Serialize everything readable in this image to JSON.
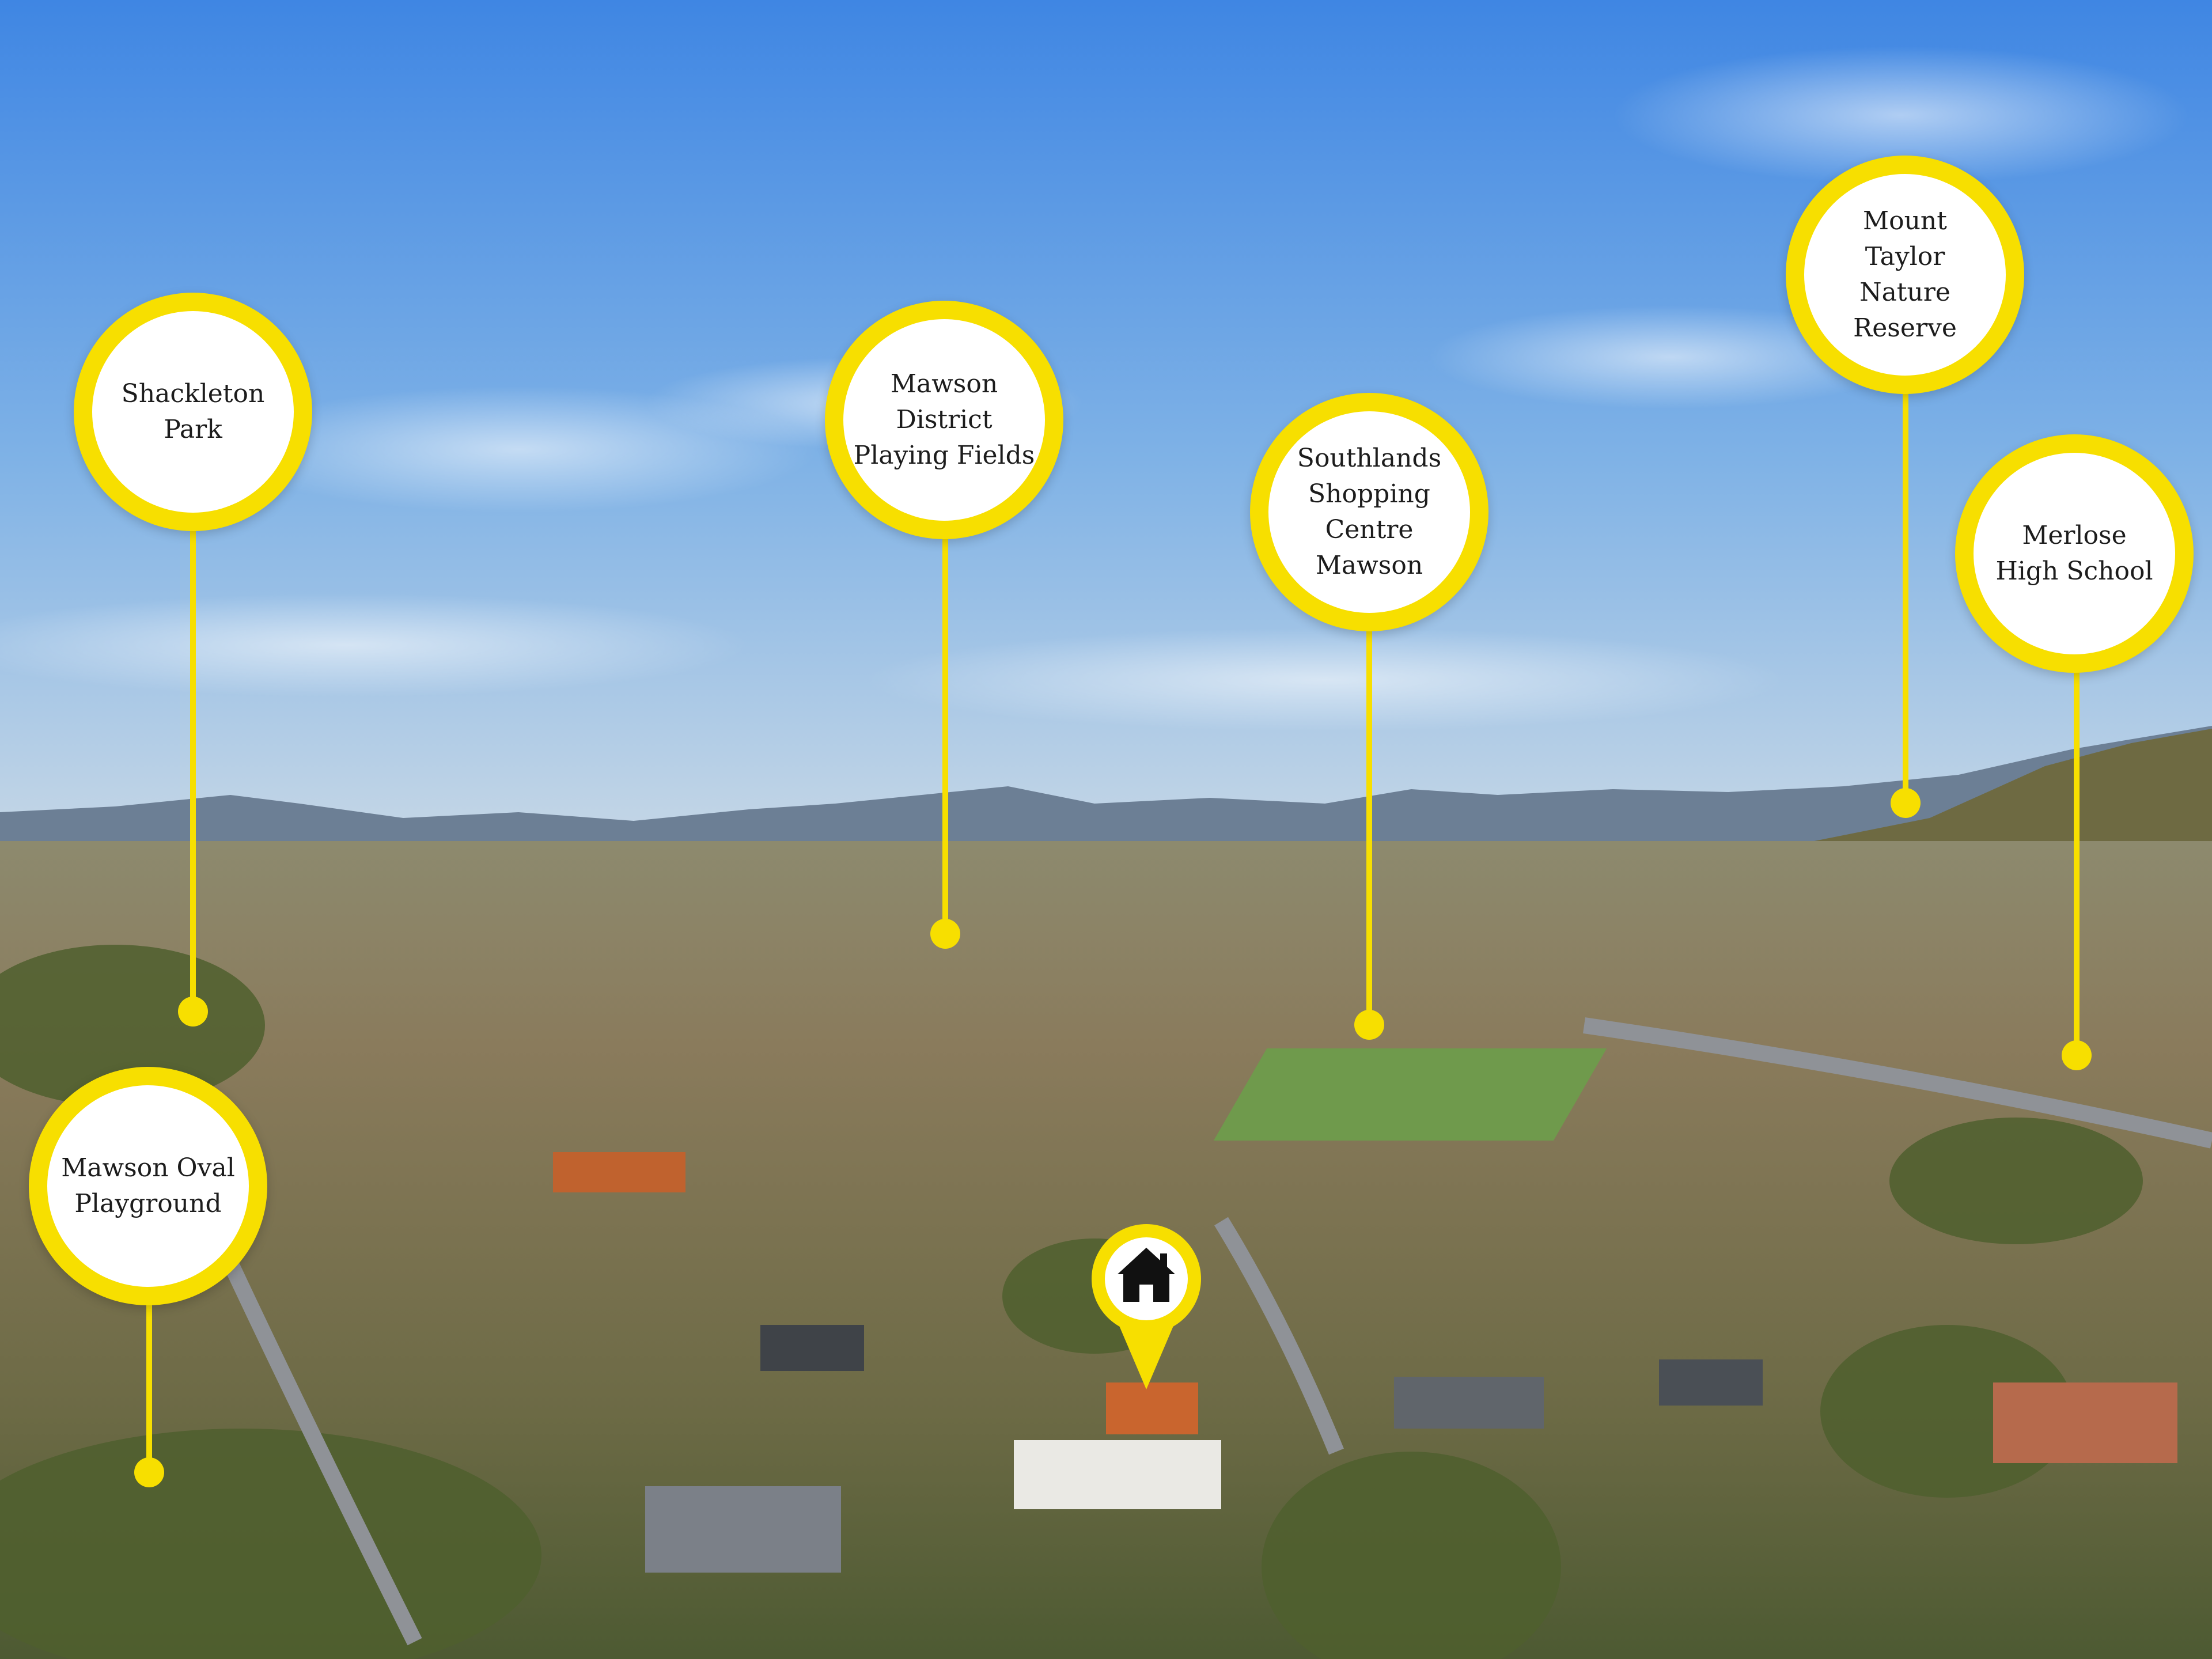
{
  "points_of_interest": [
    {
      "id": "shackleton-park",
      "label": "Shackleton\nPark"
    },
    {
      "id": "mawson-district-playing-fields",
      "label": "Mawson\nDistrict\nPlaying Fields"
    },
    {
      "id": "southlands-shopping-centre",
      "label": "Southlands\nShopping\nCentre\nMawson"
    },
    {
      "id": "mount-taylor-nature-reserve",
      "label": "Mount\nTaylor\nNature\nReserve"
    },
    {
      "id": "merlose-high-school",
      "label": "Merlose\nHigh School"
    },
    {
      "id": "mawson-oval-playground",
      "label": "Mawson Oval\nPlayground"
    }
  ],
  "home_marker": {
    "icon": "house-icon"
  },
  "colors": {
    "badge": "#f7df00",
    "sky": "#5c98de"
  }
}
